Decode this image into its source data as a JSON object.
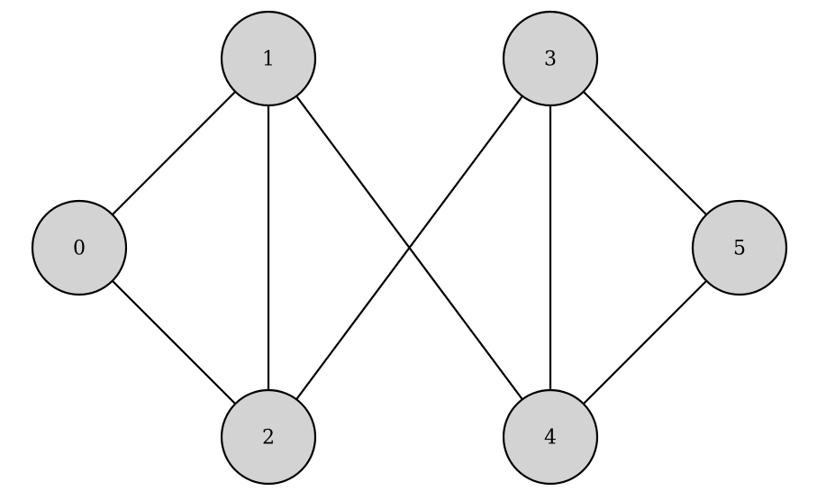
{
  "graph": {
    "node_fill": "#d3d3d3",
    "edge_color": "#000000",
    "nodes": [
      {
        "id": "0",
        "label": "0"
      },
      {
        "id": "1",
        "label": "1"
      },
      {
        "id": "2",
        "label": "2"
      },
      {
        "id": "3",
        "label": "3"
      },
      {
        "id": "4",
        "label": "4"
      },
      {
        "id": "5",
        "label": "5"
      }
    ],
    "edges": [
      [
        "0",
        "1"
      ],
      [
        "0",
        "2"
      ],
      [
        "1",
        "2"
      ],
      [
        "1",
        "4"
      ],
      [
        "3",
        "2"
      ],
      [
        "3",
        "4"
      ],
      [
        "3",
        "5"
      ],
      [
        "5",
        "4"
      ]
    ]
  }
}
